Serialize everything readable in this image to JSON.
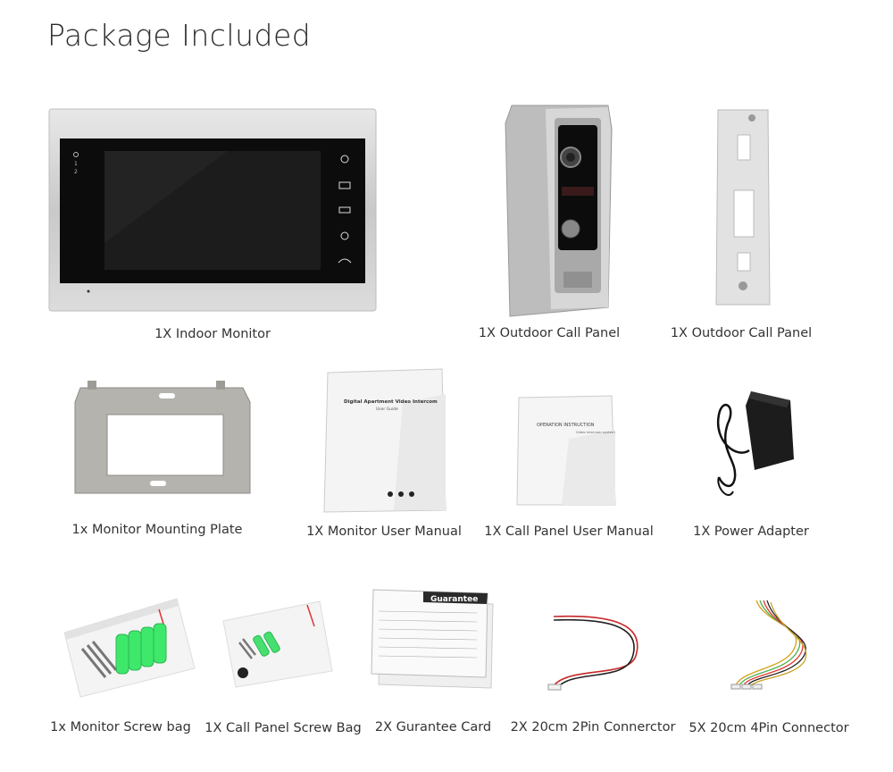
{
  "title": "Package Included",
  "items": [
    {
      "caption": "1X Indoor Monitor",
      "icon": "indoor-monitor-icon"
    },
    {
      "caption": "1X Outdoor Call Panel",
      "icon": "outdoor-call-panel-icon"
    },
    {
      "caption": "1X Outdoor Call Panel",
      "icon": "call-panel-bracket-icon"
    },
    {
      "caption": "1x Monitor Mounting Plate",
      "icon": "mounting-plate-icon"
    },
    {
      "caption": "1X Monitor User Manual",
      "icon": "monitor-manual-icon"
    },
    {
      "caption": "1X Call Panel User Manual",
      "icon": "call-panel-manual-icon"
    },
    {
      "caption": "1X Power Adapter",
      "icon": "power-adapter-icon"
    },
    {
      "caption": "1x Monitor Screw bag",
      "icon": "monitor-screw-bag-icon"
    },
    {
      "caption": "1X Call Panel Screw Bag",
      "icon": "call-panel-screw-bag-icon"
    },
    {
      "caption": "2X Gurantee Card",
      "icon": "guarantee-card-icon"
    },
    {
      "caption": "2X 20cm 2Pin Connerctor",
      "icon": "2pin-connector-icon"
    },
    {
      "caption": "5X 20cm 4Pin Connector",
      "icon": "4pin-connector-icon"
    }
  ],
  "print": {
    "monitor_manual_title": "Digital Apartment Video Intercom",
    "monitor_manual_sub": "User Guide",
    "call_manual_title": "OPERATION INSTRUCTION",
    "call_manual_sub": "Video intercom system",
    "card_title": "Guarantee",
    "monitor_label_1": "1",
    "monitor_label_2": "2"
  }
}
